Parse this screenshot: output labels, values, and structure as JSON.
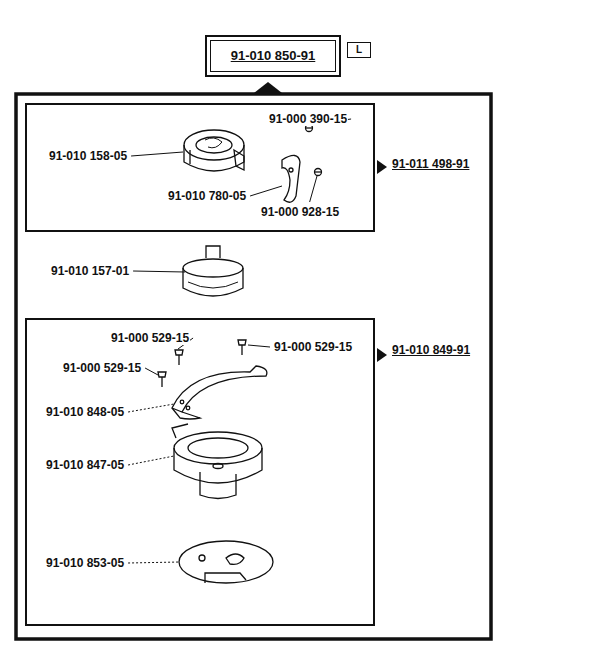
{
  "diagram": {
    "nodes": [
      {
        "text": [
          "91-010 850-91"
        ]
      },
      {
        "text": [
          "L"
        ]
      },
      {
        "text": [
          "91-011 498-91"
        ]
      },
      {
        "text": [
          "91-010 849-91"
        ]
      }
    ],
    "labels": [
      "91-000 390-15",
      "91-010 158-05",
      "91-010 780-05",
      "91-000 928-15",
      "91-010 157-01",
      "91-000 529-15",
      "91-000 529-15",
      "91-000 529-15",
      "91-010 848-05",
      "91-010 847-05",
      "91-010 853-05"
    ]
  }
}
